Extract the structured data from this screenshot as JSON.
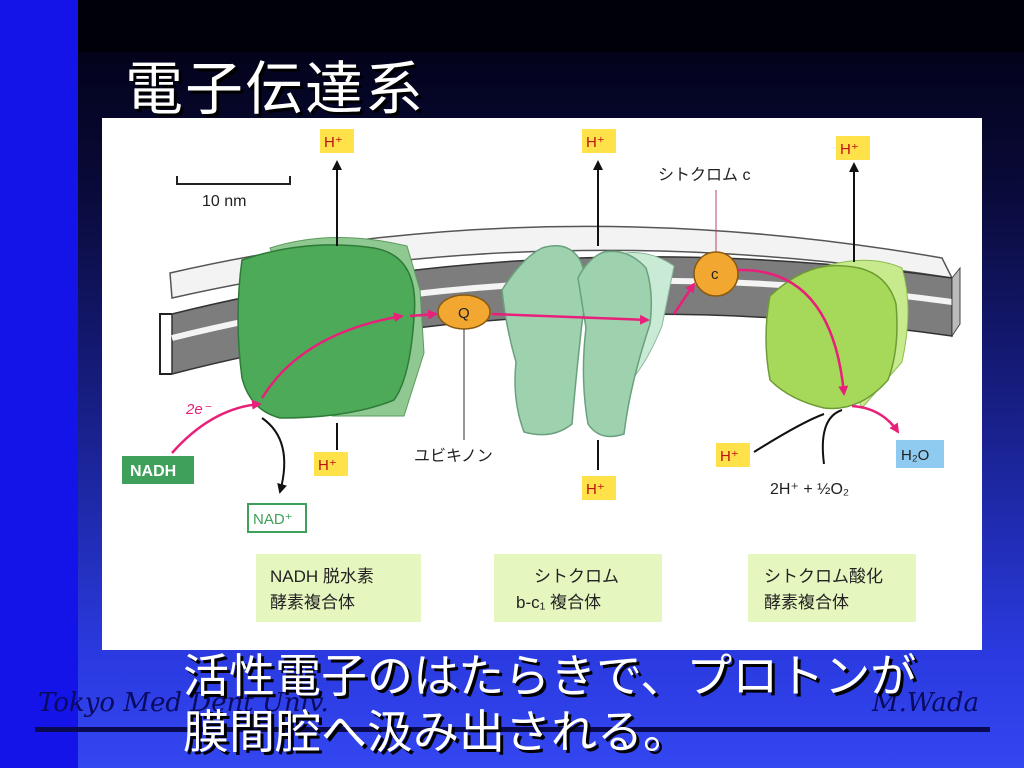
{
  "slide": {
    "title": "電子伝達系",
    "caption_line1": "活性電子のはたらきで、プロトンが",
    "caption_line2": "膜間腔へ汲み出される。",
    "footer_left": "Tokyo Med Dent Univ.",
    "footer_right": "M.Wada"
  },
  "diagram": {
    "scale_bar": "10 nm",
    "proton": "H⁺",
    "ubiquinone_letter": "Q",
    "ubiquinone_label": "ユビキノン",
    "cytochrome_c_letter": "c",
    "cytochrome_c_label": "シトクロム c",
    "electrons": "2e⁻",
    "nadh": "NADH",
    "nad_plus": "NAD⁺",
    "water": "H₂O",
    "oxygen_reaction": "2H⁺ + ½O₂",
    "complex1_line1": "NADH 脱水素",
    "complex1_line2": "酵素複合体",
    "complex2_line1": "シトクロム",
    "complex2_line2": "b-c₁ 複合体",
    "complex3_line1": "シトクロム酸化",
    "complex3_line2": "酵素複合体"
  },
  "colors": {
    "complex1": "#4caa58",
    "complex2": "#9ed2ae",
    "complex3": "#a6d95a",
    "carrier": "#f2a830",
    "electron_path": "#e8207a",
    "proton_box": "#ffe24a",
    "label_box": "#e6f6bf",
    "nadh_box": "#3ea05a",
    "water_box": "#8fcaf0"
  }
}
